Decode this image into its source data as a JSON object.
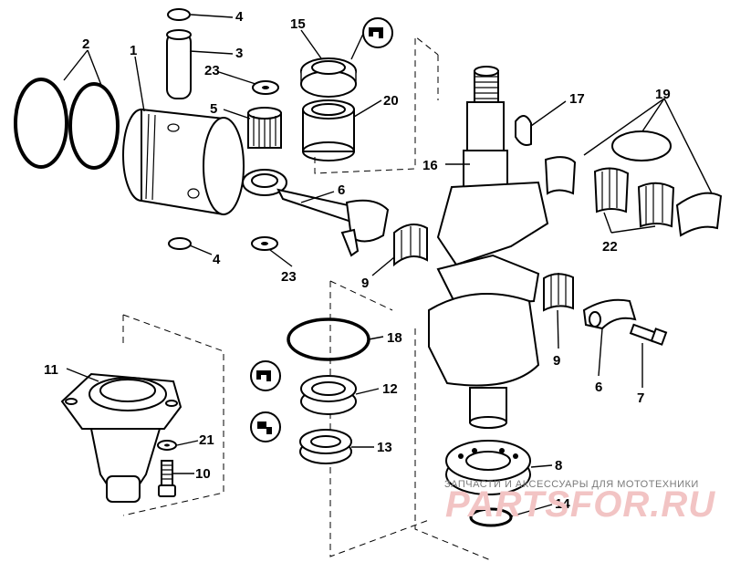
{
  "diagram": {
    "part_numbers": {
      "p1": "1",
      "p2": "2",
      "p3": "3",
      "p4a": "4",
      "p4b": "4",
      "p5": "5",
      "p6a": "6",
      "p6b": "6",
      "p7": "7",
      "p8": "8",
      "p9a": "9",
      "p9b": "9",
      "p10": "10",
      "p11": "11",
      "p12": "12",
      "p13": "13",
      "p14": "14",
      "p15": "15",
      "p16": "16",
      "p17": "17",
      "p18": "18",
      "p19": "19",
      "p20": "20",
      "p21": "21",
      "p22": "22",
      "p23a": "23",
      "p23b": "23"
    }
  },
  "watermark": {
    "caption": "ЗАПЧАСТИ И АКСЕССУАРЫ ДЛЯ МОТОТЕХНИКИ",
    "logo_text": "PARTSFOR.RU"
  }
}
